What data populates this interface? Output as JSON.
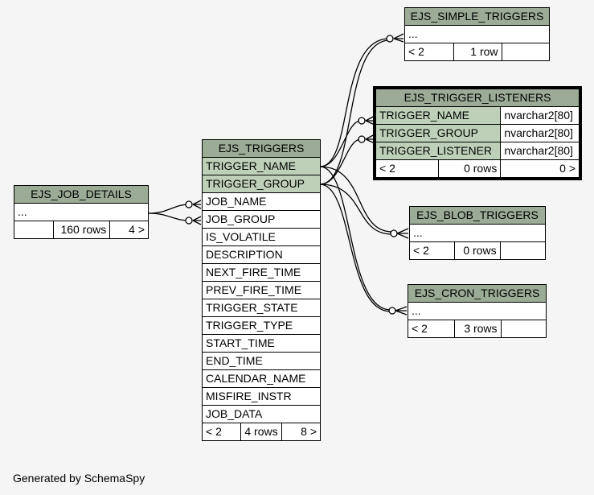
{
  "tables": {
    "ejs_simple_triggers": {
      "name": "EJS_SIMPLE_TRIGGERS",
      "row1": "...",
      "stat_parents": "< 2",
      "stat_rows": "1 row",
      "stat_children": ""
    },
    "ejs_trigger_listeners": {
      "name": "EJS_TRIGGER_LISTENERS",
      "columns": [
        {
          "name": "TRIGGER_NAME",
          "type": "nvarchar2[80]"
        },
        {
          "name": "TRIGGER_GROUP",
          "type": "nvarchar2[80]"
        },
        {
          "name": "TRIGGER_LISTENER",
          "type": "nvarchar2[80]"
        }
      ],
      "stat_parents": "< 2",
      "stat_rows": "0 rows",
      "stat_children": "0 >"
    },
    "ejs_triggers": {
      "name": "EJS_TRIGGERS",
      "columns": [
        "TRIGGER_NAME",
        "TRIGGER_GROUP",
        "JOB_NAME",
        "JOB_GROUP",
        "IS_VOLATILE",
        "DESCRIPTION",
        "NEXT_FIRE_TIME",
        "PREV_FIRE_TIME",
        "TRIGGER_STATE",
        "TRIGGER_TYPE",
        "START_TIME",
        "END_TIME",
        "CALENDAR_NAME",
        "MISFIRE_INSTR",
        "JOB_DATA"
      ],
      "stat_parents": "< 2",
      "stat_rows": "4 rows",
      "stat_children": "8 >"
    },
    "ejs_job_details": {
      "name": "EJS_JOB_DETAILS",
      "row1": "...",
      "stat_parents": "",
      "stat_rows": "160 rows",
      "stat_children": "4 >"
    },
    "ejs_blob_triggers": {
      "name": "EJS_BLOB_TRIGGERS",
      "row1": "...",
      "stat_parents": "< 2",
      "stat_rows": "0 rows",
      "stat_children": ""
    },
    "ejs_cron_triggers": {
      "name": "EJS_CRON_TRIGGERS",
      "row1": "...",
      "stat_parents": "< 2",
      "stat_rows": "3 rows",
      "stat_children": ""
    }
  },
  "footer": "Generated by SchemaSpy",
  "colors": {
    "background": "#f5f5f5",
    "header": "#9bab96",
    "primary_key": "#bed1b8",
    "cell": "#ffffff",
    "line": "#000000"
  }
}
